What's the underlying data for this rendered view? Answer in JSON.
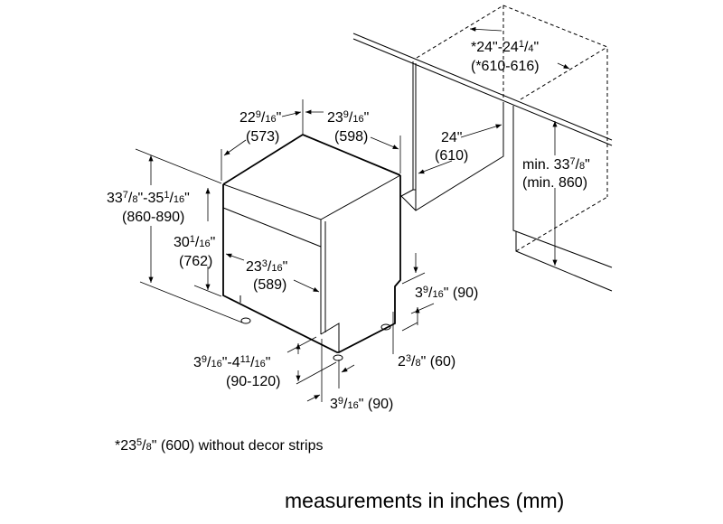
{
  "labels": {
    "depth_top": {
      "line1": [
        [
          "22",
          ""
        ],
        [
          "9",
          "sup"
        ],
        [
          "/",
          ""
        ],
        [
          "16",
          "sub"
        ],
        [
          "\"",
          ""
        ]
      ],
      "line2": [
        [
          "(573)",
          ""
        ]
      ]
    },
    "width_top": {
      "line1": [
        [
          "23",
          ""
        ],
        [
          "9",
          "sup"
        ],
        [
          "/",
          ""
        ],
        [
          "16",
          "sub"
        ],
        [
          "\"",
          ""
        ]
      ],
      "line2": [
        [
          "(598)",
          ""
        ]
      ]
    },
    "total_height": {
      "line1": [
        [
          "33",
          ""
        ],
        [
          "7",
          "sup"
        ],
        [
          "/",
          ""
        ],
        [
          "8",
          "sub"
        ],
        [
          "\"-35",
          ""
        ],
        [
          "1",
          "sup"
        ],
        [
          "/",
          ""
        ],
        [
          "16",
          "sub"
        ],
        [
          "\"",
          ""
        ]
      ],
      "line2": [
        [
          "(860-890)",
          ""
        ]
      ]
    },
    "body_height": {
      "line1": [
        [
          "30",
          ""
        ],
        [
          "1",
          "sup"
        ],
        [
          "/",
          ""
        ],
        [
          "16",
          "sub"
        ],
        [
          "\"",
          ""
        ]
      ],
      "line2": [
        [
          "(762)",
          ""
        ]
      ]
    },
    "front_width": {
      "line1": [
        [
          "23",
          ""
        ],
        [
          "3",
          "sup"
        ],
        [
          "/",
          ""
        ],
        [
          "16",
          "sub"
        ],
        [
          "\"",
          ""
        ]
      ],
      "line2": [
        [
          "(589)",
          ""
        ]
      ]
    },
    "cabinet_depth": {
      "line1": [
        [
          "24\"",
          ""
        ]
      ],
      "line2": [
        [
          "(610)",
          ""
        ]
      ]
    },
    "niche_width": {
      "line1": [
        [
          "*24\"-24",
          ""
        ],
        [
          "1",
          "sup"
        ],
        [
          "/",
          ""
        ],
        [
          "4",
          "sub"
        ],
        [
          "\"",
          ""
        ]
      ],
      "line2": [
        [
          "(*610-616)",
          ""
        ]
      ]
    },
    "niche_height": {
      "line1": [
        [
          "min. 33",
          ""
        ],
        [
          "7",
          "sup"
        ],
        [
          "/",
          ""
        ],
        [
          "8",
          "sub"
        ],
        [
          "\"",
          ""
        ]
      ],
      "line2": [
        [
          "(min. 860)",
          ""
        ]
      ]
    },
    "rear_notch": {
      "line1": [
        [
          "3",
          ""
        ],
        [
          "9",
          "sup"
        ],
        [
          "/",
          ""
        ],
        [
          "16",
          "sub"
        ],
        [
          "\" (90)",
          ""
        ]
      ]
    },
    "rear_foot": {
      "line1": [
        [
          "2",
          ""
        ],
        [
          "3",
          "sup"
        ],
        [
          "/",
          ""
        ],
        [
          "8",
          "sub"
        ],
        [
          "\" (60)",
          ""
        ]
      ]
    },
    "plinth_height": {
      "line1": [
        [
          "3",
          ""
        ],
        [
          "9",
          "sup"
        ],
        [
          "/",
          ""
        ],
        [
          "16",
          "sub"
        ],
        [
          "\"-4",
          ""
        ],
        [
          "11",
          "sup"
        ],
        [
          "/",
          ""
        ],
        [
          "16",
          "sub"
        ],
        [
          "\"",
          ""
        ]
      ],
      "line2": [
        [
          "(90-120)",
          ""
        ]
      ]
    },
    "plinth_depth": {
      "line1": [
        [
          "3",
          ""
        ],
        [
          "9",
          "sup"
        ],
        [
          "/",
          ""
        ],
        [
          "16",
          "sub"
        ],
        [
          "\" (90)",
          ""
        ]
      ]
    }
  },
  "footnote": [
    [
      "*23",
      ""
    ],
    [
      "5",
      "sup"
    ],
    [
      "/",
      ""
    ],
    [
      "8",
      "sub"
    ],
    [
      "\" (600) without decor strips",
      ""
    ]
  ],
  "caption": "measurements in inches (mm)"
}
